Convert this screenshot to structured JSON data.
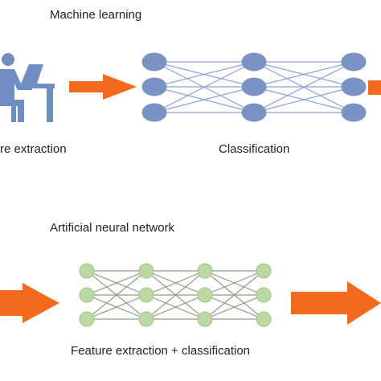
{
  "top_section": {
    "title": "Machine learning",
    "left_label": "re extraction",
    "right_label": "Classification"
  },
  "bottom_section": {
    "title": "Artificial neural network",
    "label": "Feature extraction + classification"
  },
  "colors": {
    "arrow": "#f26b1d",
    "ml_node": "#7b93c4",
    "ml_edge": "#8aa2d4",
    "ann_node": "#bcd9a4",
    "ann_node_stroke": "#9ec385",
    "ann_edge": "#8f9a86",
    "person_icon": "#6f8fc3"
  },
  "icons": {
    "person_at_computer": "person-at-computer-icon"
  }
}
